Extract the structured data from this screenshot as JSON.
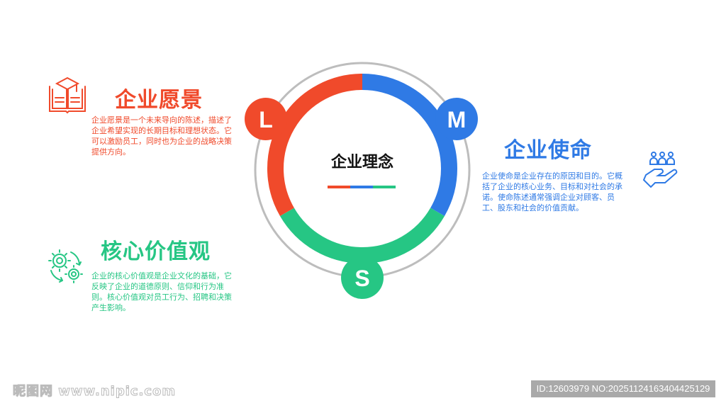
{
  "center": {
    "title": "企业理念",
    "letters": [
      "L",
      "M",
      "S"
    ]
  },
  "colors": {
    "red": "#F04A2B",
    "blue": "#2F7AE5",
    "green": "#26C684",
    "ring": "#BDBDBD"
  },
  "vision": {
    "title": "企业愿景",
    "icon": "book-graduation-cap-icon",
    "text": "企业愿景是一个未来导向的陈述，描述了企业希望实现的长期目标和理想状态。它可以激励员工，同时也为企业的战略决策提供方向。"
  },
  "mission": {
    "title": "企业使命",
    "icon": "hand-people-icon",
    "text": "企业使命是企业存在的原因和目的。它概括了企业的核心业务、目标和对社会的承诺。使命陈述通常强调企业对顾客、员工、股东和社会的价值贡献。"
  },
  "values": {
    "title": "核心价值观",
    "icon": "gears-cycle-icon",
    "text": "企业的核心价值观是企业文化的基础，它反映了企业的道德原则、信仰和行为准则。核心价值观对员工行为、招聘和决策产生影响。"
  },
  "watermark": {
    "left": "昵图网 www.nipic.com",
    "right": "ID:12603979 NO:20251124163404425129"
  }
}
